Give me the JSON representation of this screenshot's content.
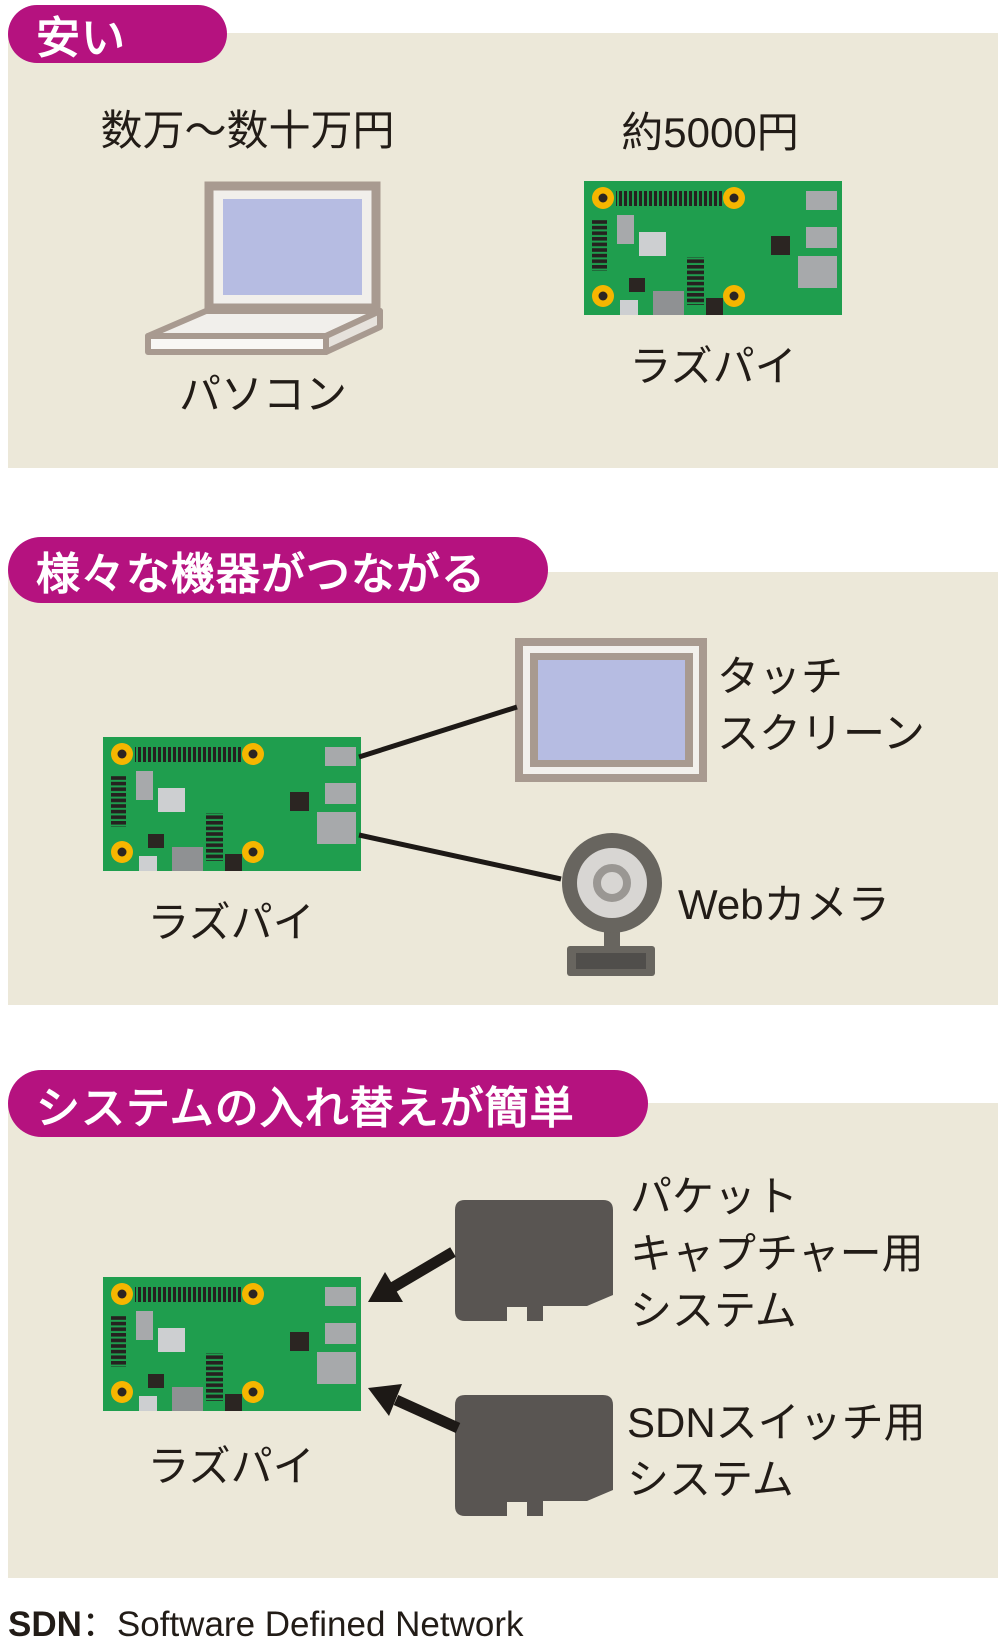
{
  "colors": {
    "accent": "#b5127f",
    "panel-bg": "#ece8d9",
    "board-green": "#1f9e4e",
    "pad-yellow": "#f6b600",
    "screen-lavender": "#b6bce2",
    "frame-tan": "#a89a90",
    "device-gray": "#68655f",
    "card-gray": "#595552",
    "ink": "#221c17"
  },
  "sections": [
    {
      "header": "安い",
      "pc_price": "数万〜数十万円",
      "pc_label": "パソコン",
      "pi_price": "約5000円",
      "pi_label": "ラズパイ"
    },
    {
      "header": "様々な機器がつながる",
      "pi_label": "ラズパイ",
      "touchscreen_line1": "タッチ",
      "touchscreen_line2": "スクリーン",
      "webcam_label": "Webカメラ"
    },
    {
      "header": "システムの入れ替えが簡単",
      "pi_label": "ラズパイ",
      "card1_line1": "パケット",
      "card1_line2": "キャプチャー用",
      "card1_line3": "システム",
      "card2_line1": "SDNスイッチ用",
      "card2_line2": "システム"
    }
  ],
  "footnote": {
    "term": "SDN",
    "separator": "：",
    "definition": "Software Defined Network"
  }
}
